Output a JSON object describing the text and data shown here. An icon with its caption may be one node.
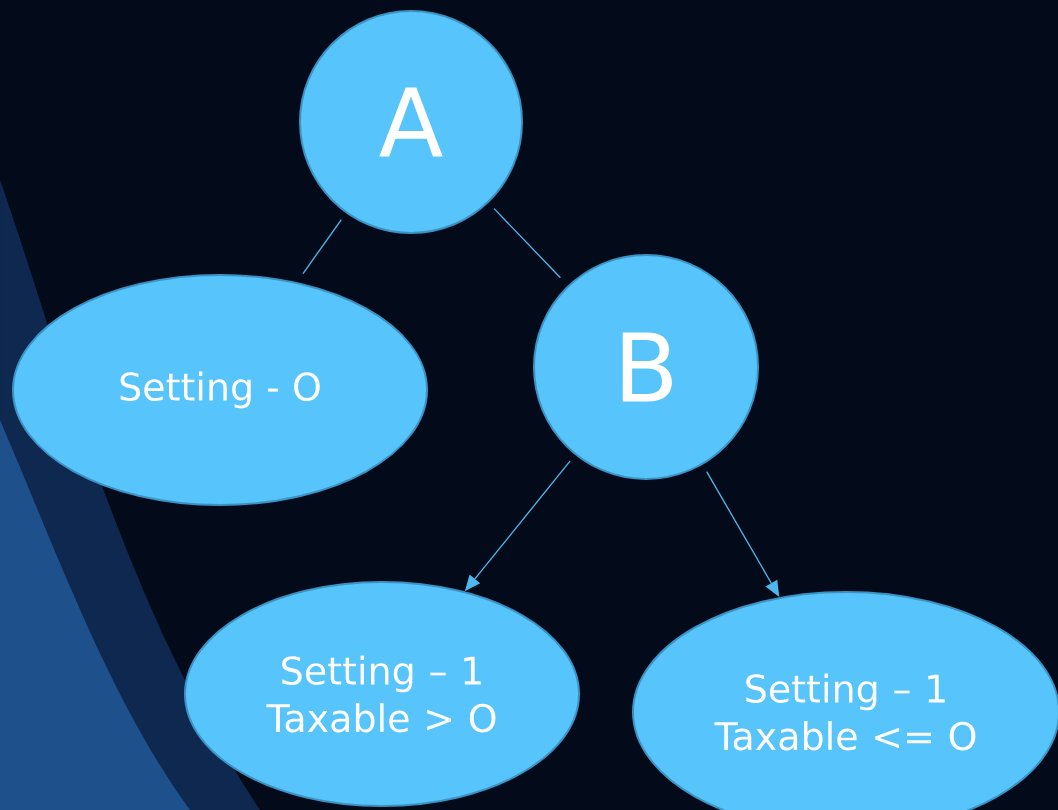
{
  "diagram": {
    "nodes": [
      {
        "text": [
          "A"
        ]
      },
      {
        "text": [
          "Setting - O"
        ]
      },
      {
        "text": [
          "B"
        ]
      },
      {
        "text": [
          "Setting – 1 Taxable > O"
        ]
      },
      {
        "text": [
          "Setting – 1 Taxable <= O"
        ]
      }
    ],
    "edges": [
      {
        "from": 0,
        "to": 1,
        "arrow": "none"
      },
      {
        "from": 0,
        "to": 2,
        "arrow": "none"
      },
      {
        "from": 2,
        "to": 3,
        "arrow": "to"
      },
      {
        "from": 2,
        "to": 4,
        "arrow": "to"
      }
    ]
  }
}
